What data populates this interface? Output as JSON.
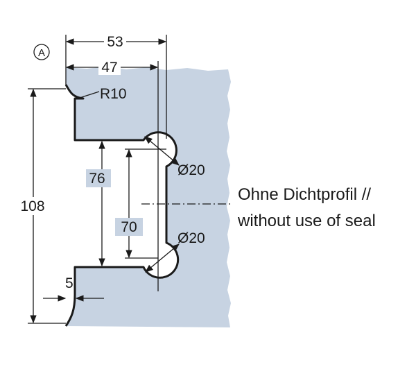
{
  "drawing": {
    "callout": "A",
    "dims": {
      "overall_width": "53",
      "inner_width": "47",
      "radius": "R10",
      "height_total": "108",
      "height_inner": "76",
      "notch_spacing": "70",
      "notch_diameter_top": "Ø20",
      "notch_diameter_bottom": "Ø20",
      "edge_offset": "5"
    },
    "note": {
      "line1": "Ohne Dichtprofil //",
      "line2": "without use of seal"
    },
    "colors": {
      "fill": "#c7d3e2",
      "line": "#1a1a1a"
    }
  }
}
